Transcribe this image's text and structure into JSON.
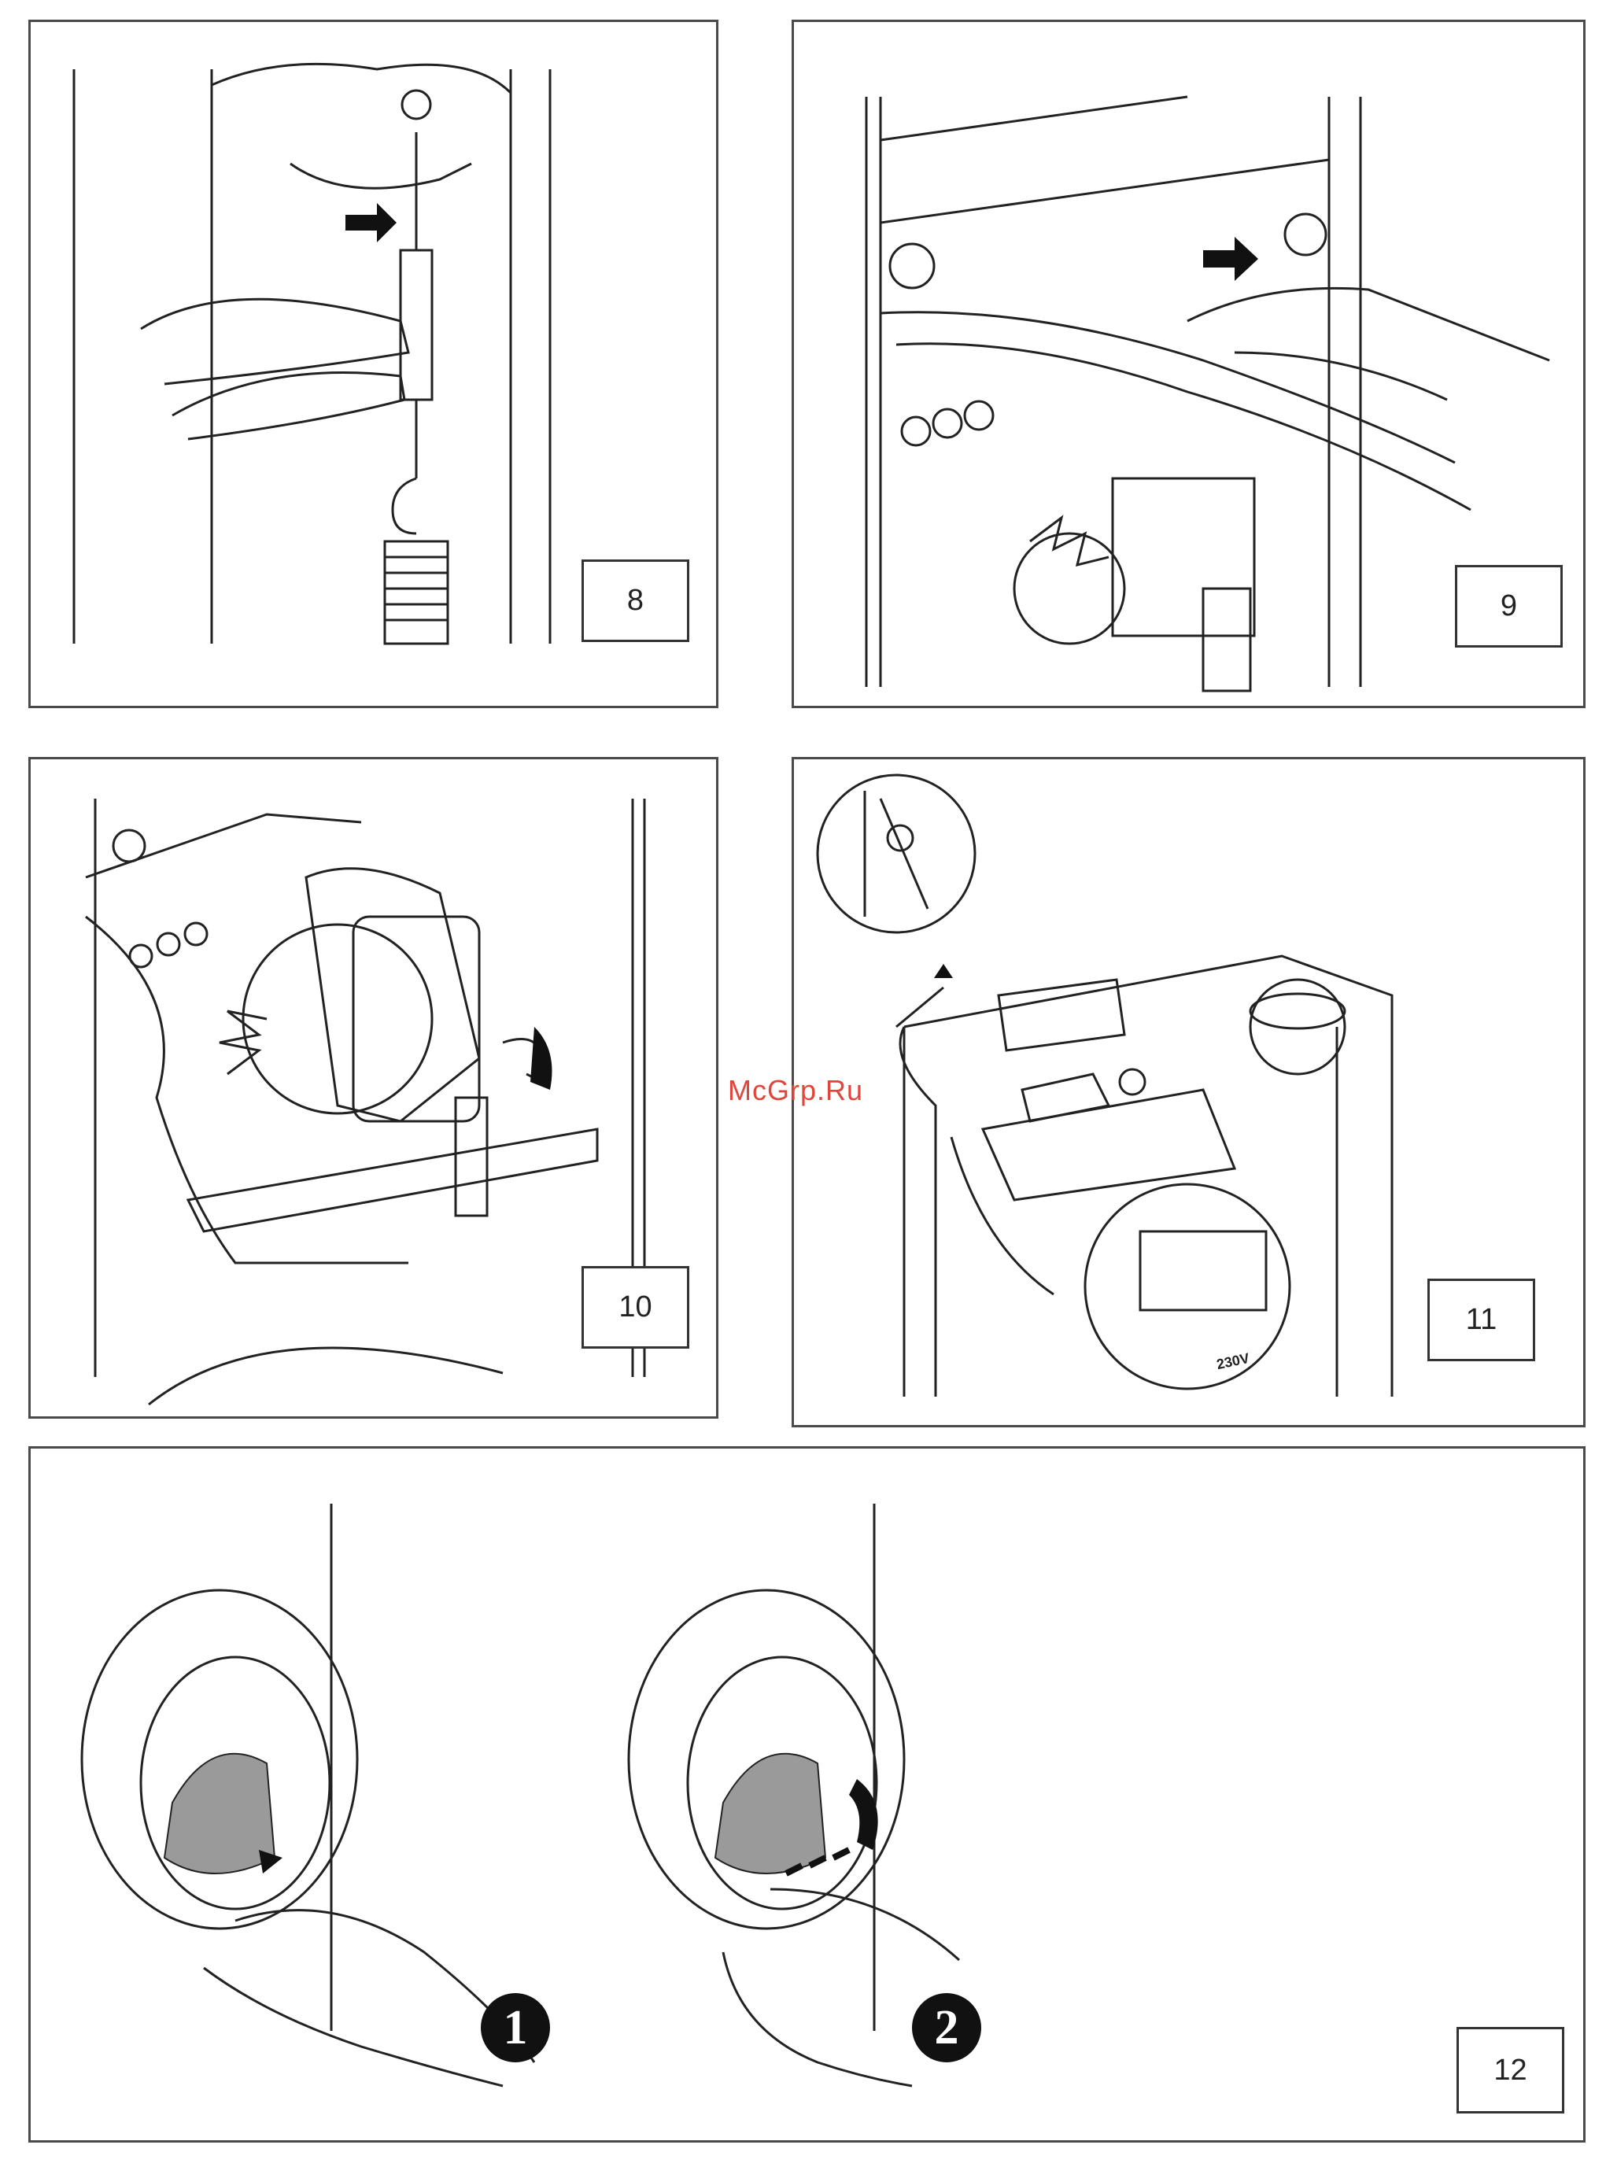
{
  "figures": [
    {
      "id": "fig8",
      "label": "8"
    },
    {
      "id": "fig9",
      "label": "9"
    },
    {
      "id": "fig10",
      "label": "10"
    },
    {
      "id": "fig11",
      "label": "11"
    },
    {
      "id": "fig12",
      "label": "12"
    }
  ],
  "fig11": {
    "voltage_label": "230V"
  },
  "fig12": {
    "steps": [
      "1",
      "2"
    ]
  },
  "watermark": "McGrp.Ru",
  "colors": {
    "line": "#222222",
    "frame": "#4a4a4a",
    "watermark": "#e0463b",
    "shade": "#9a9a9a"
  }
}
